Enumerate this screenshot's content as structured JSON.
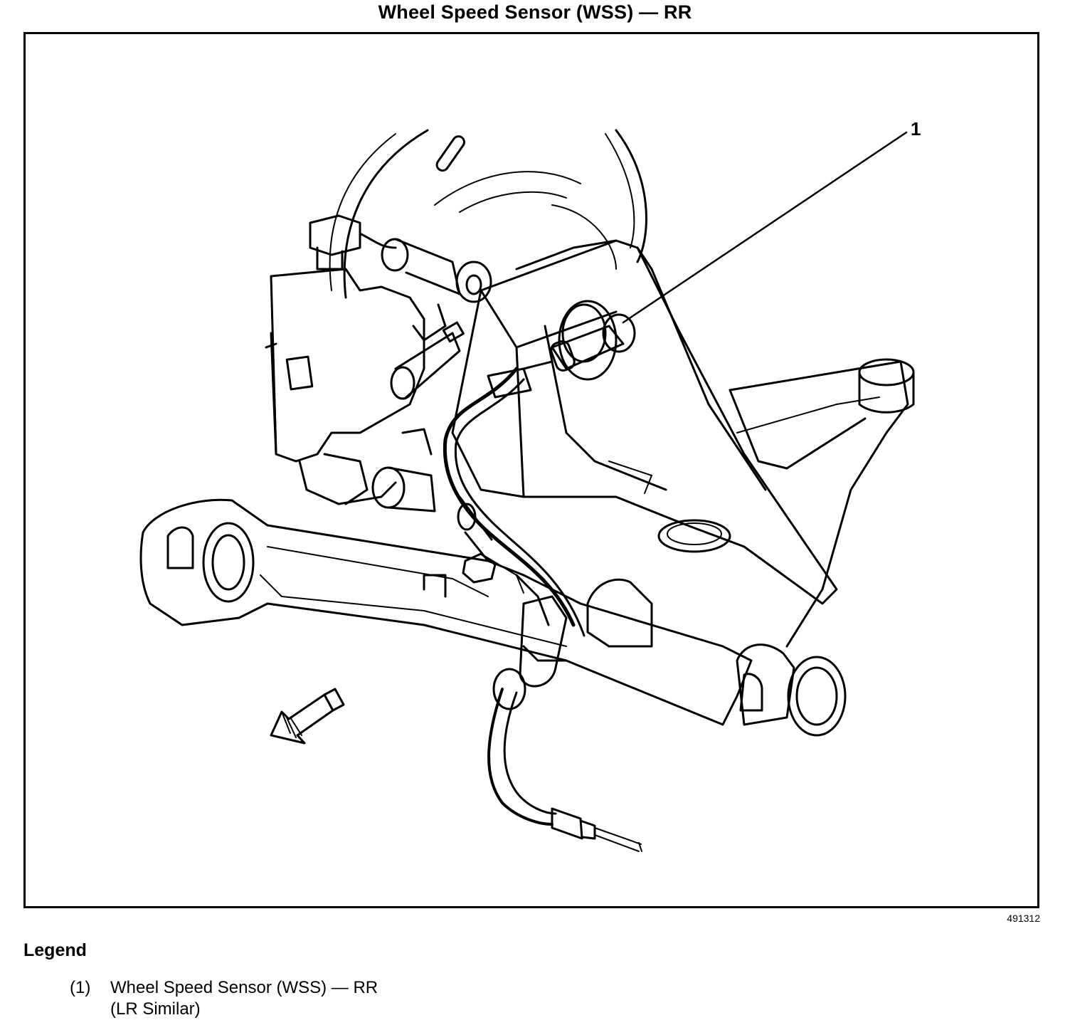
{
  "title": "Wheel Speed Sensor (WSS) — RR",
  "figure_id": "491312",
  "callout": "1",
  "legend": {
    "heading": "Legend",
    "items": [
      {
        "number": "(1)",
        "text": "Wheel Speed Sensor (WSS) — RR",
        "note": "(LR Similar)"
      }
    ]
  }
}
